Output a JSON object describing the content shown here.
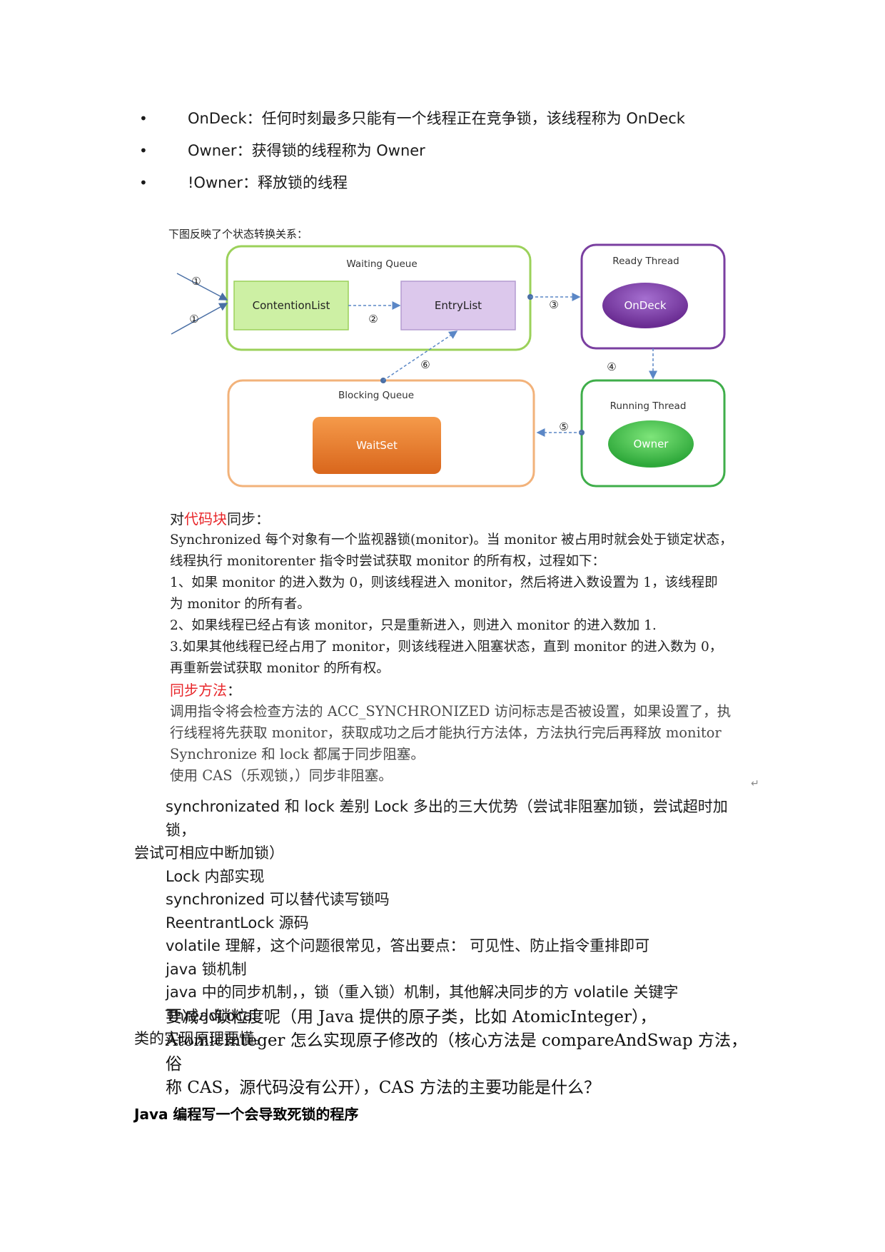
{
  "bullets": [
    {
      "term": "OnDeck",
      "text": "：任何时刻最多只能有一个线程正在竞争锁，该线程称为 OnDeck"
    },
    {
      "term": "Owner",
      "text": "：获得锁的线程称为 Owner"
    },
    {
      "term": "!Owner",
      "text": "：释放锁的线程"
    }
  ],
  "bullet_symbol": "•",
  "diagram": {
    "caption": "下图反映了个状态转换关系：",
    "waiting_queue": "Waiting Queue",
    "contention_list": "ContentionList",
    "entry_list": "EntryList",
    "ready_thread": "Ready Thread",
    "ondeck": "OnDeck",
    "blocking_queue": "Blocking Queue",
    "waitset": "WaitSet",
    "running_thread": "Running Thread",
    "owner": "Owner",
    "step_labels": [
      "①",
      "①",
      "②",
      "③",
      "④",
      "⑤",
      "⑥"
    ],
    "colors": {
      "green_border": "#9bd15a",
      "purple_border": "#7a3fa0",
      "orange_border": "#f2b27a",
      "running_border": "#3fae4a",
      "contention_fill": "#cdf0a4",
      "entry_fill": "#dcc8ec",
      "ondeck_fill": "#7d3aa8",
      "waitset_fill": "#e8792a",
      "owner_fill": "#3cc04a",
      "arrow": "#5b87c6"
    }
  },
  "code_block": {
    "title_prefix": "对",
    "title_red": "代码块",
    "title_suffix": "同步：",
    "lines": [
      "Synchronized 每个对象有一个监视器锁(monitor)。当 monitor 被占用时就会处于锁定状态，",
      "线程执行 monitorenter 指令时尝试获取 monitor 的所有权，过程如下：",
      "1、如果 monitor 的进入数为 0，则该线程进入 monitor，然后将进入数设置为 1，该线程即",
      "为 monitor 的所有者。",
      "2、如果线程已经占有该 monitor，只是重新进入，则进入 monitor 的进入数加 1.",
      "3.如果其他线程已经占用了 monitor，则该线程进入阻塞状态，直到 monitor 的进入数为 0，",
      "再重新尝试获取 monitor 的所有权。"
    ],
    "method_title_red": "同步方法",
    "method_title_suffix": "：",
    "method_lines": [
      "调用指令将会检查方法的 ACC_SYNCHRONIZED 访问标志是否被设置，如果设置了，执",
      "行线程将先获取 monitor，获取成功之后才能执行方法体，方法执行完后再释放 monitor",
      "Synchronize 和 lock 都属于同步阻塞。",
      "使用 CAS（乐观锁，）同步非阻塞。"
    ],
    "enter_mark": "↵"
  },
  "paragraphs": {
    "p1a": "synchronizated 和 lock 差别 Lock 多出的三大优势（尝试非阻塞加锁，尝试超时加锁，",
    "p1b": "尝试可相应中断加锁）",
    "p2": "Lock 内部实现",
    "p3": "synchronized 可以替代读写锁吗",
    "p4": "ReentrantLock 源码",
    "p5": "volatile 理解，这个问题很常见，答出要点：  可见性、防止指令重排即可",
    "p6": "java 锁机制",
    "p7a": "java 中的同步机制，，锁（重入锁）机制，其他解决同步的方 volatile 关键字 ThreadLocal",
    "p7b": "类的实现原理要懂。"
  },
  "serif_block": [
    "要减小锁粒度呢（用 Java 提供的原子类，比如 AtomicInteger），",
    "AtomicInteger 怎么实现原子修改的（核心方法是 compareAndSwap 方法，俗",
    "称 CAS，源代码没有公开），CAS 方法的主要功能是什么？"
  ],
  "heading": "Java 编程写一个会导致死锁的程序"
}
